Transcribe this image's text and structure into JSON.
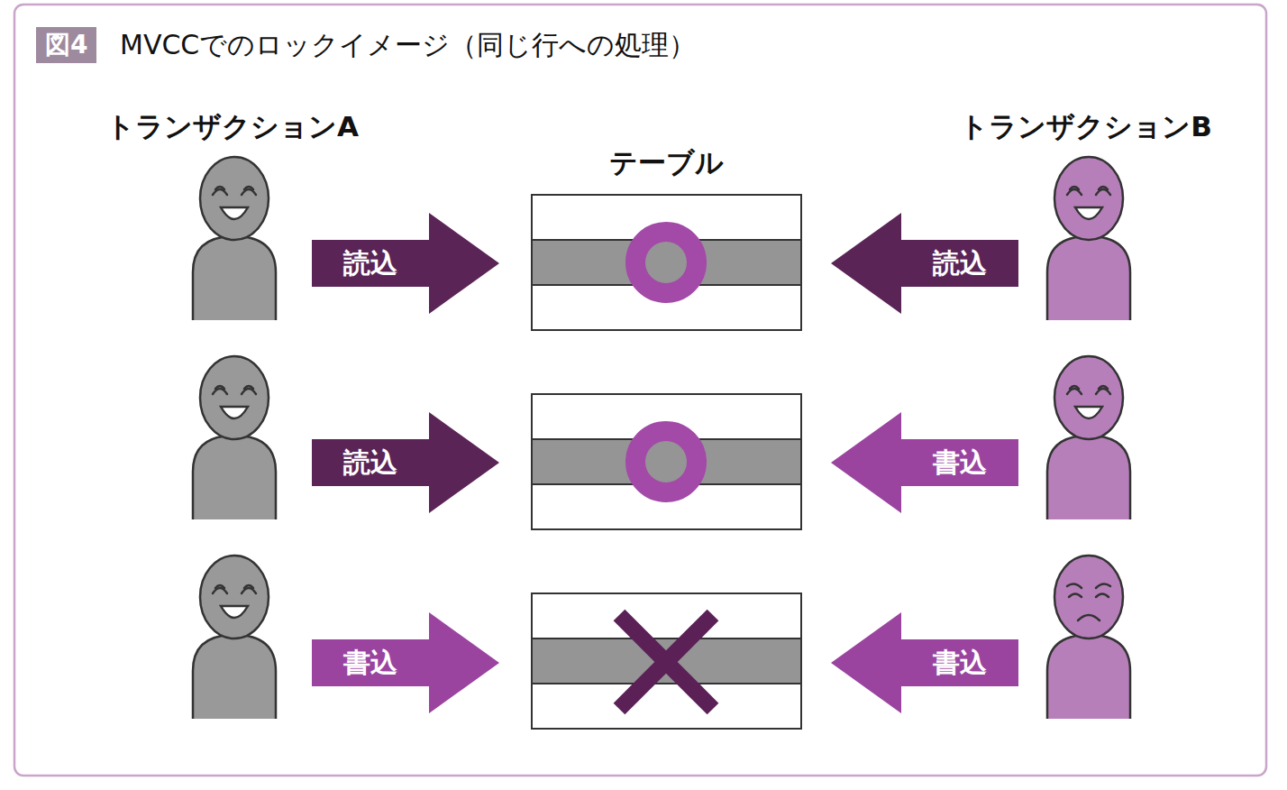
{
  "diagram": {
    "title": "MVCCでのロックイメージ（同じ行への処理）",
    "nodes": [
      {
        "text": [
          "読込"
        ]
      },
      {
        "text": [
          "読込"
        ]
      },
      {
        "text": [
          "読込"
        ]
      },
      {
        "text": [
          "書込"
        ]
      },
      {
        "text": [
          "書込"
        ]
      },
      {
        "text": [
          "書込"
        ]
      }
    ],
    "labels": [
      "図4",
      "トランザクションA",
      "テーブル",
      "トランザクションB"
    ]
  }
}
